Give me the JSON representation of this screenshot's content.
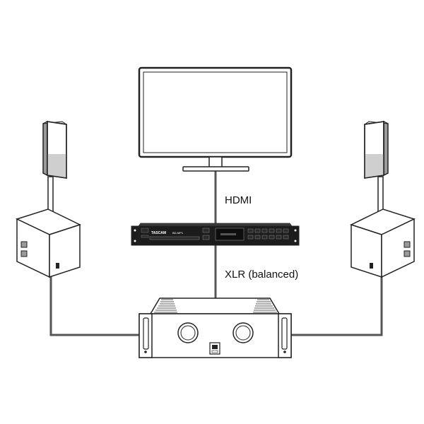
{
  "labels": {
    "hdmi": "HDMI",
    "xlr": "XLR (balanced)"
  },
  "player": {
    "brand": "TASCAM",
    "model": "BD-MP1"
  },
  "colors": {
    "stroke": "#222222",
    "cable": "#555555",
    "device_body": "#1c1c1c",
    "device_panel": "#2b2b2b",
    "speaker_shade": "#9a9a9a",
    "background": "#ffffff"
  },
  "icons": {
    "monitor": "tv-monitor-icon",
    "player": "blu-ray-player-icon",
    "amplifier": "power-amplifier-icon",
    "speaker_left": "speaker-left-icon",
    "speaker_right": "speaker-right-icon",
    "subwoofer_left": "subwoofer-left-icon",
    "subwoofer_right": "subwoofer-right-icon"
  }
}
